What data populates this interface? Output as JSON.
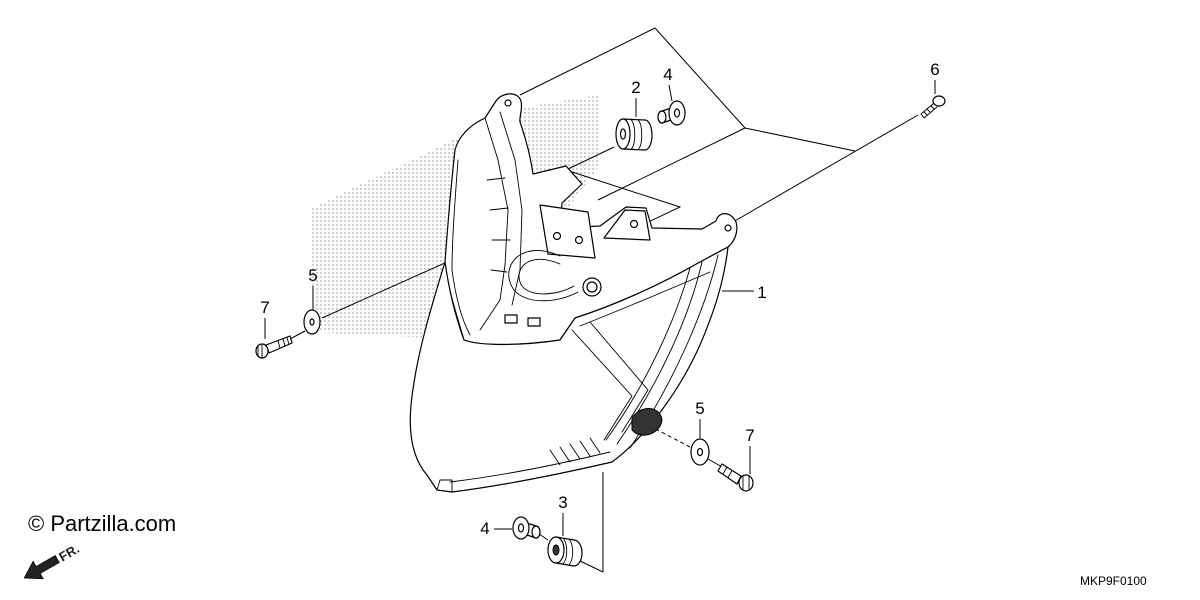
{
  "callouts": {
    "part_1": "1",
    "part_2": "2",
    "part_3": "3",
    "part_4_upper": "4",
    "part_4_lower": "4",
    "part_5_left": "5",
    "part_5_right": "5",
    "part_6": "6",
    "part_7_left": "7",
    "part_7_right": "7"
  },
  "watermark": "© Partzilla.com",
  "direction_indicator": "FR.",
  "diagram_code": "MKP9F0100",
  "colors": {
    "linework": "#000000",
    "background": "#ffffff",
    "stipple": "#555555"
  }
}
